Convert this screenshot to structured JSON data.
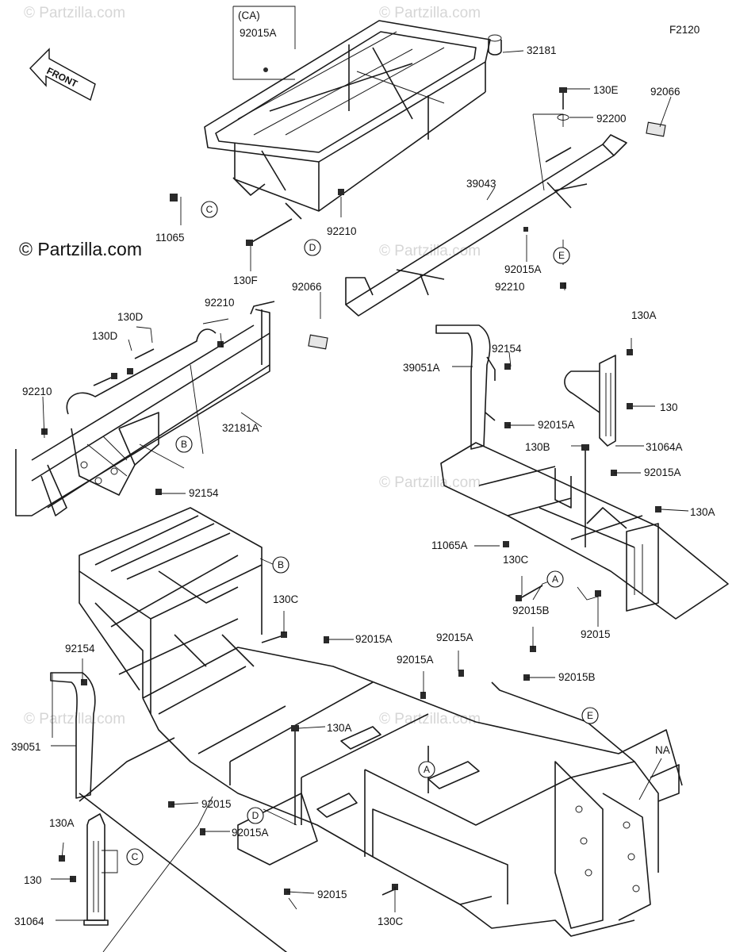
{
  "figure_code": "F2120",
  "copyright": "© Partzilla.com",
  "watermark": "© Partzilla.com",
  "front_arrow_label": "FRONT",
  "callout_group": "(CA)",
  "labels": {
    "cap_92015A": "92015A",
    "p32181": "32181",
    "p130E": "130E",
    "p92066_top": "92066",
    "p92200": "92200",
    "p39043": "39043",
    "p11065": "11065",
    "p92210_upper": "92210",
    "p130F": "130F",
    "p92015A_bar": "92015A",
    "p92210_bar": "92210",
    "p92066_left": "92066",
    "p130D_a": "130D",
    "p130D_b": "130D",
    "p92210_mid": "92210",
    "p92210_left": "92210",
    "p32181A": "32181A",
    "p92154_right": "92154",
    "p130A_right_top": "130A",
    "p39051A": "39051A",
    "p130_right": "130",
    "p92015A_right": "92015A",
    "p31064A": "31064A",
    "p130B": "130B",
    "p92015A_right2": "92015A",
    "p130A_right_mid": "130A",
    "p11065A": "11065A",
    "p130C_right": "130C",
    "p92015B_right": "92015B",
    "p92015_right": "92015",
    "p92154_mid": "92154",
    "p130C_mid": "130C",
    "p92015A_c1": "92015A",
    "p92015A_c2": "92015A",
    "p92015A_c3": "92015A",
    "p92015B_c": "92015B",
    "p92154_left": "92154",
    "p39051": "39051",
    "p130A_center": "130A",
    "pNA": "NA",
    "p92015_low1": "92015",
    "p92015A_low": "92015A",
    "p130A_left": "130A",
    "p130_left": "130",
    "p31064": "31064",
    "p92015_low2": "92015",
    "p130C_bottom": "130C"
  },
  "reference_markers": {
    "c_upper": "C",
    "d_upper": "D",
    "e_upper": "E",
    "b_upper": "B",
    "b_mid": "B",
    "a_right": "A",
    "a_center": "A",
    "e_center": "E",
    "d_center": "D",
    "c_left": "C"
  }
}
